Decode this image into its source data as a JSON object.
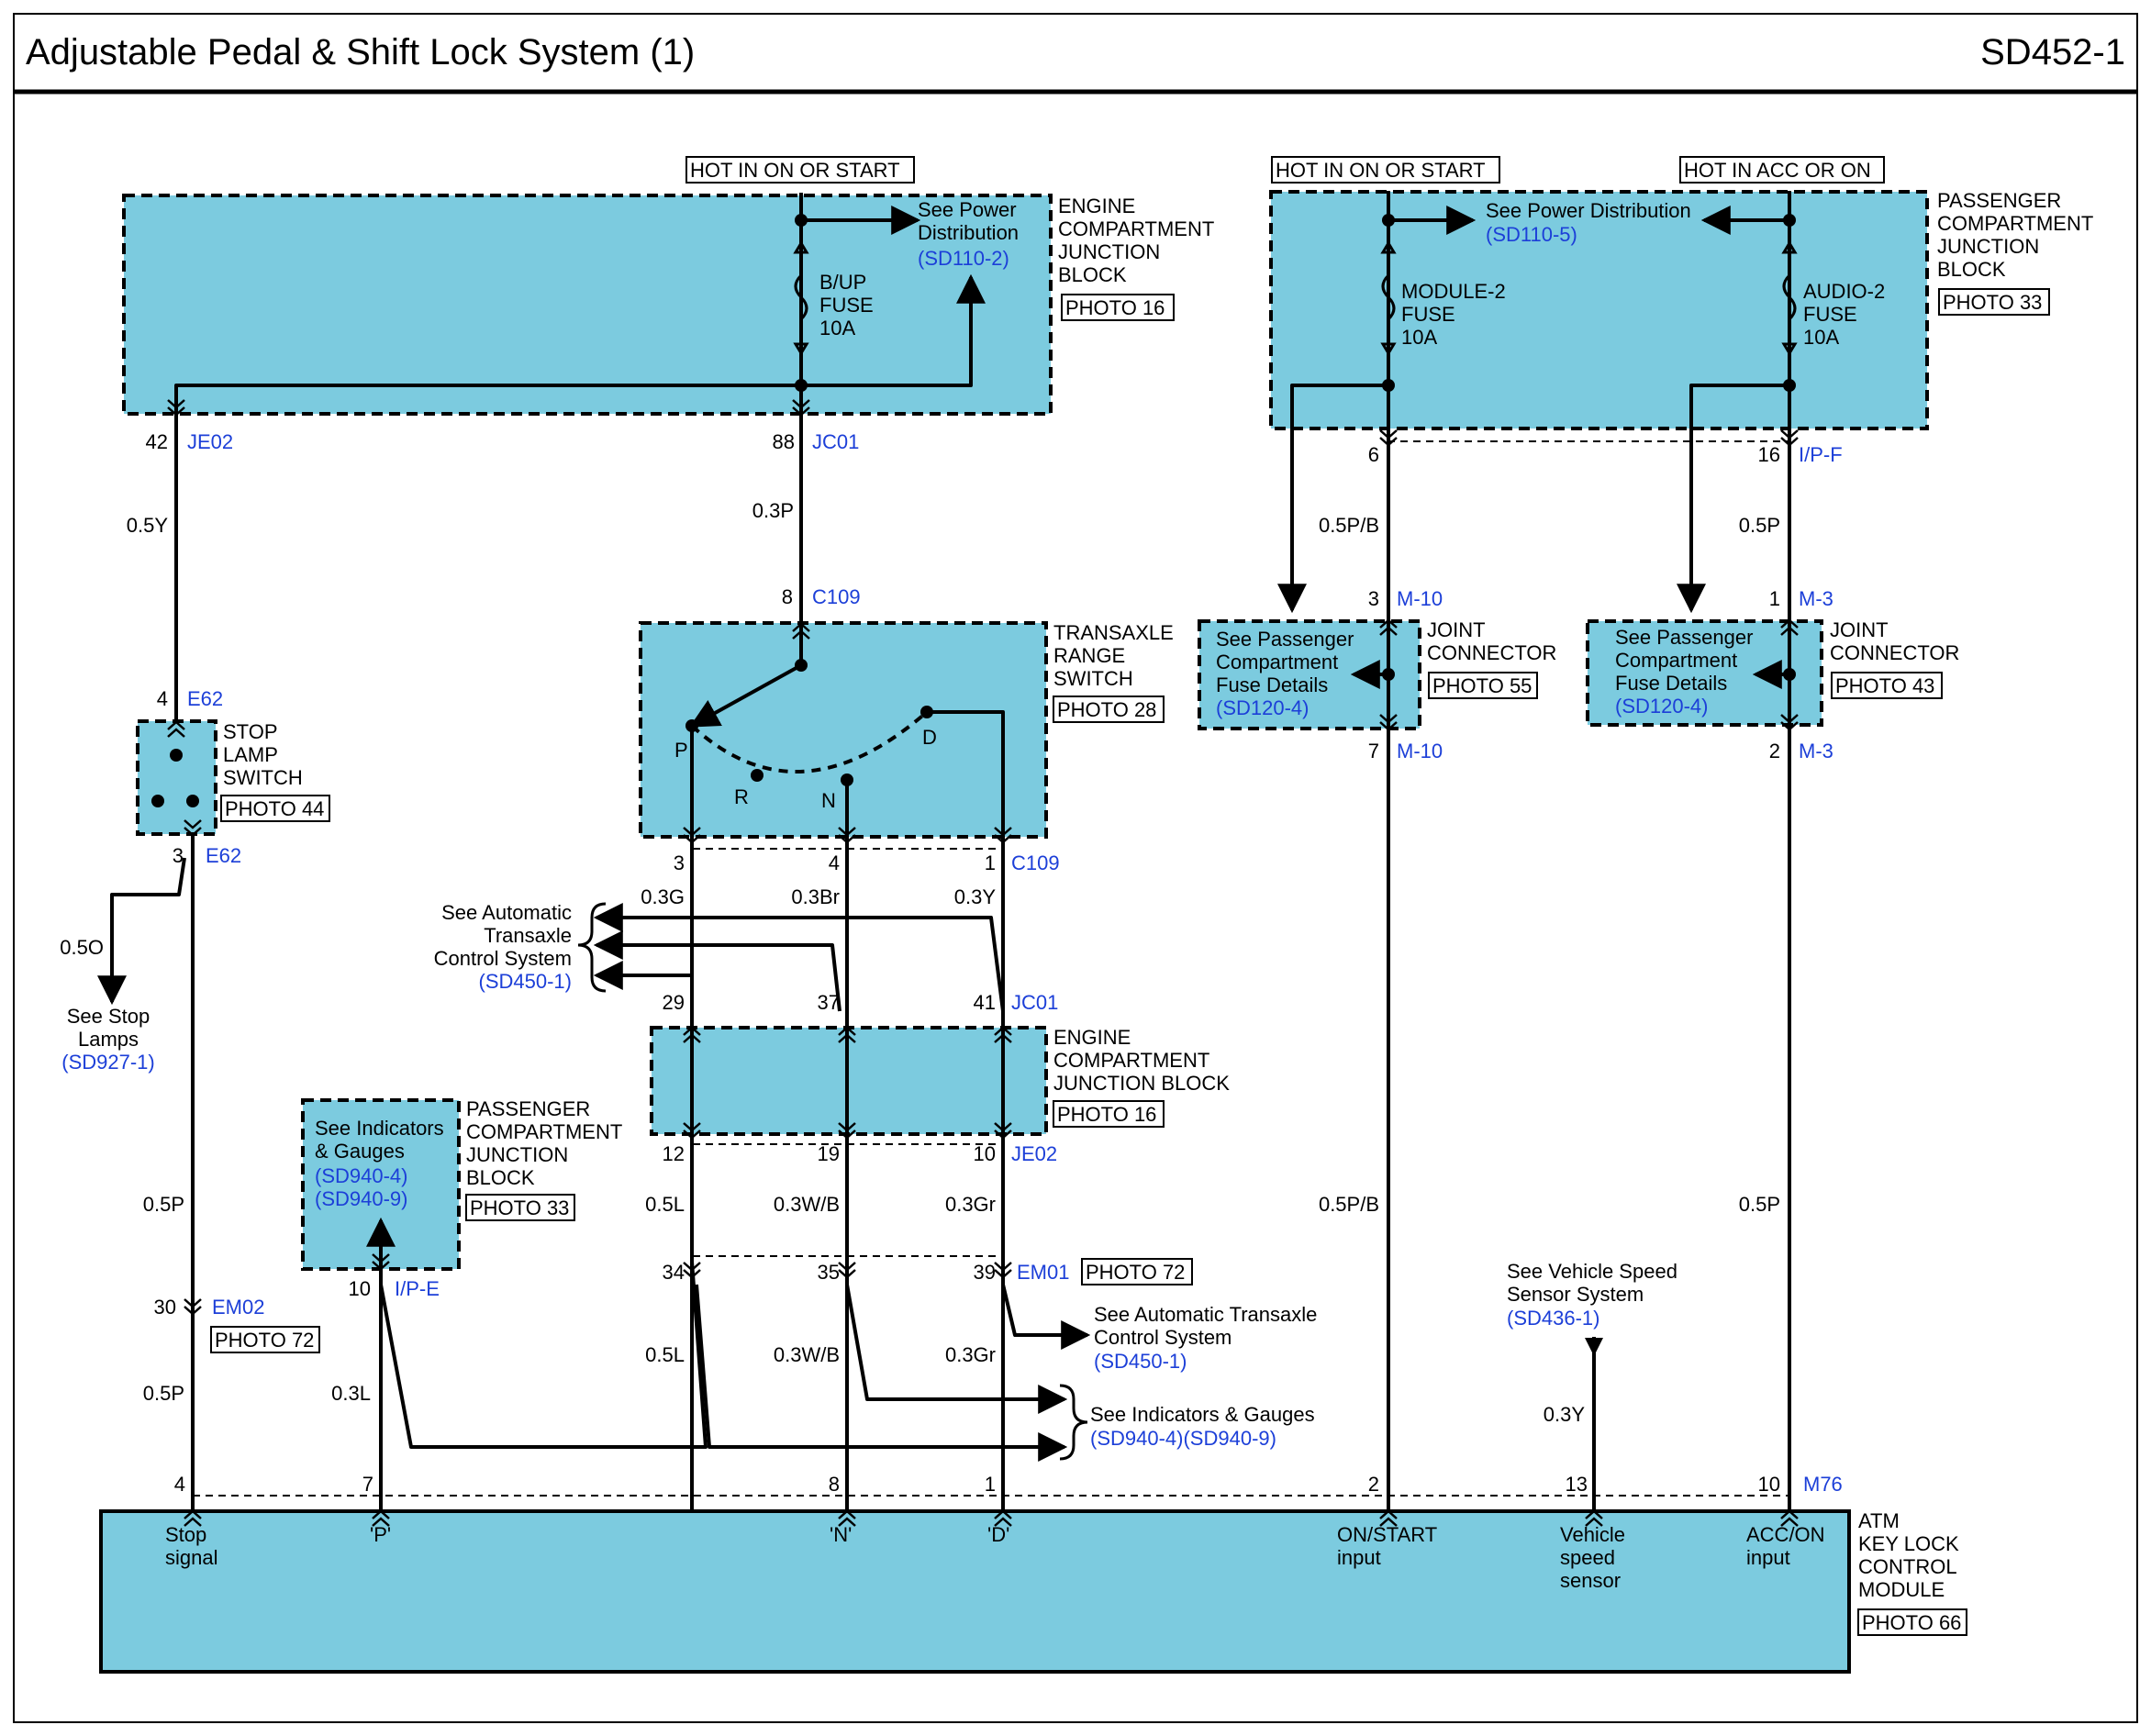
{
  "header": {
    "title": "Adjustable Pedal & Shift Lock System (1)",
    "code": "SD452-1"
  },
  "colors": {
    "box_fill": "#7ccbdf",
    "ref_blue": "#1c3fd8",
    "line": "#000000"
  },
  "hot_labels": {
    "on_start_1": "HOT IN ON OR START",
    "on_start_2": "HOT IN ON OR START",
    "acc_on": "HOT IN ACC OR ON"
  },
  "blocks": {
    "ecjb1": {
      "name": [
        "ENGINE",
        "COMPARTMENT",
        "JUNCTION",
        "BLOCK"
      ],
      "photo": "PHOTO 16"
    },
    "pcjb1": {
      "name": [
        "PASSENGER",
        "COMPARTMENT",
        "JUNCTION",
        "BLOCK"
      ],
      "photo": "PHOTO 33"
    },
    "trs": {
      "name": [
        "TRANSAXLE",
        "RANGE",
        "SWITCH"
      ],
      "photo": "PHOTO 28"
    },
    "stop_switch": {
      "name": [
        "STOP",
        "LAMP",
        "SWITCH"
      ],
      "photo": "PHOTO 44"
    },
    "ecjb2": {
      "name": [
        "ENGINE",
        "COMPARTMENT",
        "JUNCTION BLOCK"
      ],
      "photo": "PHOTO 16"
    },
    "pcjb2": {
      "name": [
        "PASSENGER",
        "COMPARTMENT",
        "JUNCTION",
        "BLOCK"
      ],
      "photo": "PHOTO 33"
    },
    "jc1": {
      "name": [
        "JOINT",
        "CONNECTOR"
      ],
      "photo": "PHOTO 55"
    },
    "jc2": {
      "name": [
        "JOINT",
        "CONNECTOR"
      ],
      "photo": "PHOTO 43"
    },
    "atm": {
      "name": [
        "ATM",
        "KEY LOCK",
        "CONTROL",
        "MODULE"
      ],
      "photo": "PHOTO 66"
    }
  },
  "fuses": {
    "bup": [
      "B/UP",
      "FUSE",
      "10A"
    ],
    "module2": [
      "MODULE-2",
      "FUSE",
      "10A"
    ],
    "audio2": [
      "AUDIO-2",
      "FUSE",
      "10A"
    ]
  },
  "refs": {
    "power_dist_1": {
      "text": [
        "See Power",
        "Distribution"
      ],
      "ref": "(SD110-2)"
    },
    "power_dist_2": {
      "text": [
        "See Power Distribution"
      ],
      "ref": "(SD110-5)"
    },
    "pcfd_1": {
      "text": [
        "See Passenger",
        "Compartment",
        "Fuse Details"
      ],
      "ref": "(SD120-4)"
    },
    "pcfd_2": {
      "text": [
        "See Passenger",
        "Compartment",
        "Fuse Details"
      ],
      "ref": "(SD120-4)"
    },
    "atcs_1": {
      "text": [
        "See Automatic",
        "Transaxle",
        "Control System"
      ],
      "ref": "(SD450-1)"
    },
    "atcs_2": {
      "text": [
        "See Automatic Transaxle",
        "Control System"
      ],
      "ref": "(SD450-1)"
    },
    "stop_lamps": {
      "text": [
        "See Stop",
        "Lamps"
      ],
      "ref": "(SD927-1)"
    },
    "ind_gauges_1": {
      "text": [
        "See Indicators",
        "& Gauges"
      ],
      "refs": [
        "(SD940-4)",
        "(SD940-9)"
      ]
    },
    "ind_gauges_2": {
      "text": [
        "See Indicators & Gauges"
      ],
      "ref": "(SD940-4)(SD940-9)"
    },
    "vss": {
      "text": [
        "See Vehicle Speed",
        "Sensor System"
      ],
      "ref": "(SD436-1)"
    }
  },
  "switch_positions": {
    "p": "P",
    "r": "R",
    "n": "N",
    "d": "D"
  },
  "pins": {
    "je02_42": "42",
    "jc01_88": "88",
    "c109_8": "8",
    "e62_4": "4",
    "e62_3": "3",
    "c109_3": "3",
    "c109_4": "4",
    "c109_1": "1",
    "jc01_29": "29",
    "jc01_37": "37",
    "jc01_41": "41",
    "je02_12": "12",
    "je02_19": "19",
    "je02_10": "10",
    "em01_34": "34",
    "em01_35": "35",
    "em01_39": "39",
    "em02_30": "30",
    "ipe_10": "10",
    "ipf_6": "6",
    "ipf_16": "16",
    "m10_3": "3",
    "m10_7": "7",
    "m3_1": "1",
    "m3_2": "2",
    "m76_4": "4",
    "m76_7": "7",
    "m76_8": "8",
    "m76_1": "1",
    "m76_2": "2",
    "m76_13": "13",
    "m76_10": "10"
  },
  "connectors": {
    "je02_top": "JE02",
    "jc01_top": "JC01",
    "c109_top": "C109",
    "e62_top": "E62",
    "e62_bot": "E62",
    "c109_bot": "C109",
    "jc01_mid": "JC01",
    "je02_mid": "JE02",
    "em01": "EM01",
    "em02": "EM02",
    "ipe": "I/P-E",
    "ipf": "I/P-F",
    "m10_top": "M-10",
    "m10_bot": "M-10",
    "m3_top": "M-3",
    "m3_bot": "M-3",
    "m76": "M76"
  },
  "extra_photos": {
    "em01": "PHOTO 72",
    "em02": "PHOTO 72"
  },
  "wires": {
    "w_05y": "0.5Y",
    "w_03p": "0.3P",
    "w_05o": "0.5O",
    "w_05p_a": "0.5P",
    "w_05p_b": "0.5P",
    "w_03g": "0.3G",
    "w_03br": "0.3Br",
    "w_03y": "0.3Y",
    "w_05l_a": "0.5L",
    "w_03wb_a": "0.3W/B",
    "w_03gr_a": "0.3Gr",
    "w_05l_b": "0.5L",
    "w_03wb_b": "0.3W/B",
    "w_03gr_b": "0.3Gr",
    "w_03l": "0.3L",
    "w_05pb_a": "0.5P/B",
    "w_05pb_b": "0.5P/B",
    "w_05p_c": "0.5P",
    "w_05p_d": "0.5P",
    "w_03y_b": "0.3Y"
  },
  "module_inputs": {
    "stop": [
      "Stop",
      "signal"
    ],
    "p": [
      "'P'"
    ],
    "n": [
      "'N'"
    ],
    "d": [
      "'D'"
    ],
    "on_start": [
      "ON/START",
      "input"
    ],
    "vss": [
      "Vehicle",
      "speed",
      "sensor"
    ],
    "acc_on": [
      "ACC/ON",
      "input"
    ]
  }
}
